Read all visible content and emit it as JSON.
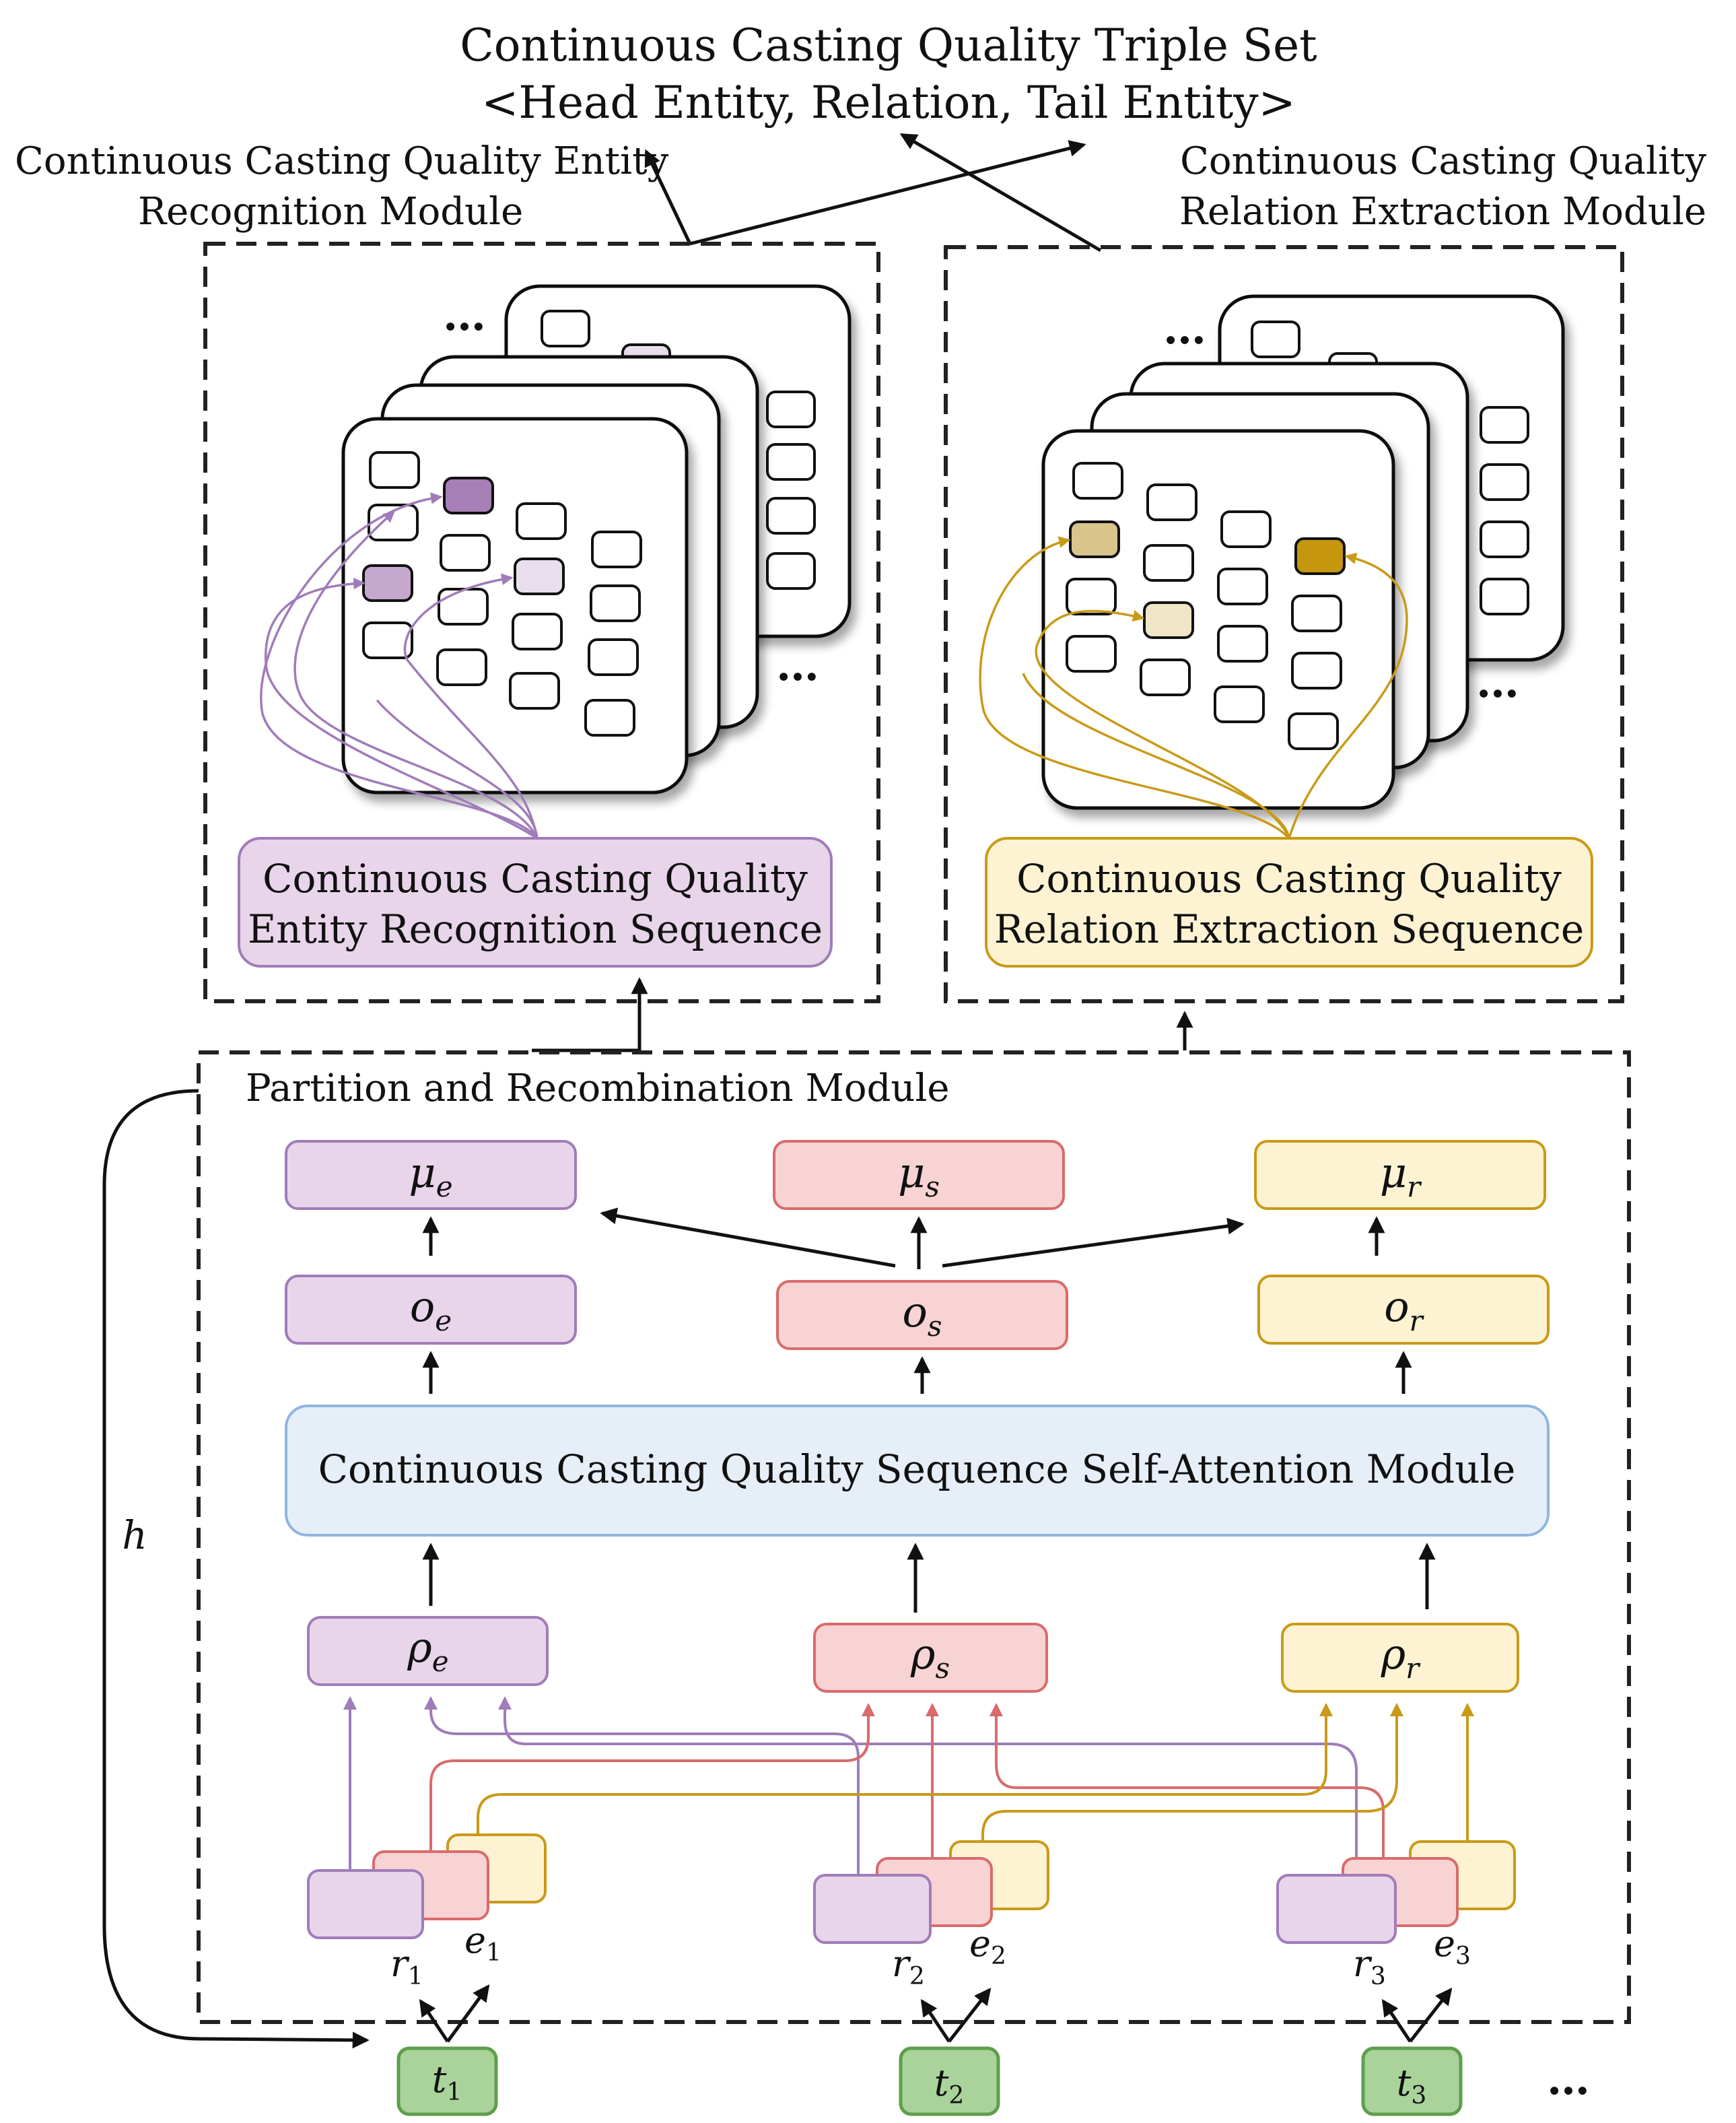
{
  "triple_title": "Continuous Casting Quality Triple Set",
  "triple_subtitle": "<Head Entity, Relation, Tail Entity>",
  "entity_module": {
    "label_line1": "Continuous Casting Quality Entity",
    "label_line2": "Recognition Module",
    "sequence_line1": "Continuous Casting Quality",
    "sequence_line2": "Entity Recognition Sequence"
  },
  "relation_module": {
    "label_line1": "Continuous Casting Quality",
    "label_line2": "Relation Extraction Module",
    "sequence_line1": "Continuous Casting Quality",
    "sequence_line2": "Relation Extraction Sequence"
  },
  "ellipsis": "…",
  "partition_module": {
    "label": "Partition and Recombination Module",
    "mu": [
      {
        "sym": "μ",
        "sub": "e"
      },
      {
        "sym": "μ",
        "sub": "s"
      },
      {
        "sym": "μ",
        "sub": "r"
      }
    ],
    "o": [
      {
        "sym": "o",
        "sub": "e"
      },
      {
        "sym": "o",
        "sub": "s"
      },
      {
        "sym": "o",
        "sub": "r"
      }
    ],
    "attention_label": "Continuous Casting Quality Sequence Self-Attention Module",
    "rho": [
      {
        "sym": "ρ",
        "sub": "e"
      },
      {
        "sym": "ρ",
        "sub": "s"
      },
      {
        "sym": "ρ",
        "sub": "r"
      }
    ]
  },
  "h_label": "h",
  "tokens": [
    {
      "r": "r",
      "r_sub": "1",
      "e": "e",
      "e_sub": "1",
      "t": "t",
      "t_sub": "1"
    },
    {
      "r": "r",
      "r_sub": "2",
      "e": "e",
      "e_sub": "2",
      "t": "t",
      "t_sub": "2"
    },
    {
      "r": "r",
      "r_sub": "3",
      "e": "e",
      "e_sub": "3",
      "t": "t",
      "t_sub": "3"
    }
  ],
  "colors": {
    "entity_fill": "#e8d5ea",
    "entity_stroke": "#a07cb8",
    "span_fill": "#f7d3d3",
    "span_stroke": "#d96b6b",
    "relation_fill": "#fdf3d2",
    "relation_stroke": "#c99a18",
    "attention_fill": "#e6eef8",
    "attention_stroke": "#8fb6e0",
    "token_fill": "#a9d39a",
    "token_stroke": "#5e9e4c",
    "entity_cell_dark": "#a57fb5",
    "entity_cell_mid": "#c6a8cf",
    "entity_cell_light": "#e9dfec",
    "relation_cell_dark": "#c7960f",
    "relation_cell_mid": "#d9c48c",
    "relation_cell_light": "#efe5c7"
  }
}
